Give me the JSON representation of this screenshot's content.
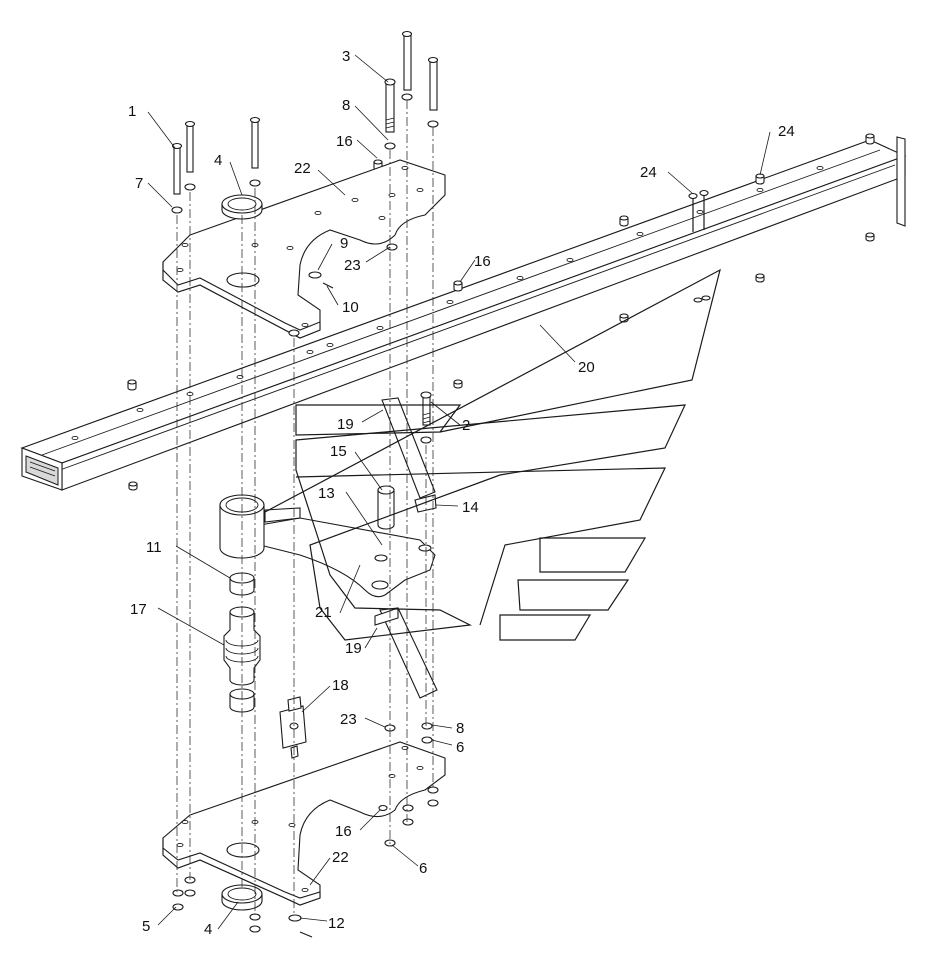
{
  "callouts": [
    {
      "id": "c1",
      "text": "1"
    },
    {
      "id": "c2",
      "text": "2"
    },
    {
      "id": "c3",
      "text": "3"
    },
    {
      "id": "c4a",
      "text": "4"
    },
    {
      "id": "c4b",
      "text": "4"
    },
    {
      "id": "c5",
      "text": "5"
    },
    {
      "id": "c6a",
      "text": "6"
    },
    {
      "id": "c6b",
      "text": "6"
    },
    {
      "id": "c7",
      "text": "7"
    },
    {
      "id": "c8a",
      "text": "8"
    },
    {
      "id": "c8b",
      "text": "8"
    },
    {
      "id": "c9",
      "text": "9"
    },
    {
      "id": "c10",
      "text": "10"
    },
    {
      "id": "c11",
      "text": "11"
    },
    {
      "id": "c12",
      "text": "12"
    },
    {
      "id": "c13",
      "text": "13"
    },
    {
      "id": "c14",
      "text": "14"
    },
    {
      "id": "c15",
      "text": "15"
    },
    {
      "id": "c16a",
      "text": "16"
    },
    {
      "id": "c16b",
      "text": "16"
    },
    {
      "id": "c16c",
      "text": "16"
    },
    {
      "id": "c17",
      "text": "17"
    },
    {
      "id": "c18",
      "text": "18"
    },
    {
      "id": "c19a",
      "text": "19"
    },
    {
      "id": "c19b",
      "text": "19"
    },
    {
      "id": "c20",
      "text": "20"
    },
    {
      "id": "c21",
      "text": "21"
    },
    {
      "id": "c22a",
      "text": "22"
    },
    {
      "id": "c22b",
      "text": "22"
    },
    {
      "id": "c23a",
      "text": "23"
    },
    {
      "id": "c23b",
      "text": "23"
    },
    {
      "id": "c24a",
      "text": "24"
    },
    {
      "id": "c24b",
      "text": "24"
    }
  ]
}
